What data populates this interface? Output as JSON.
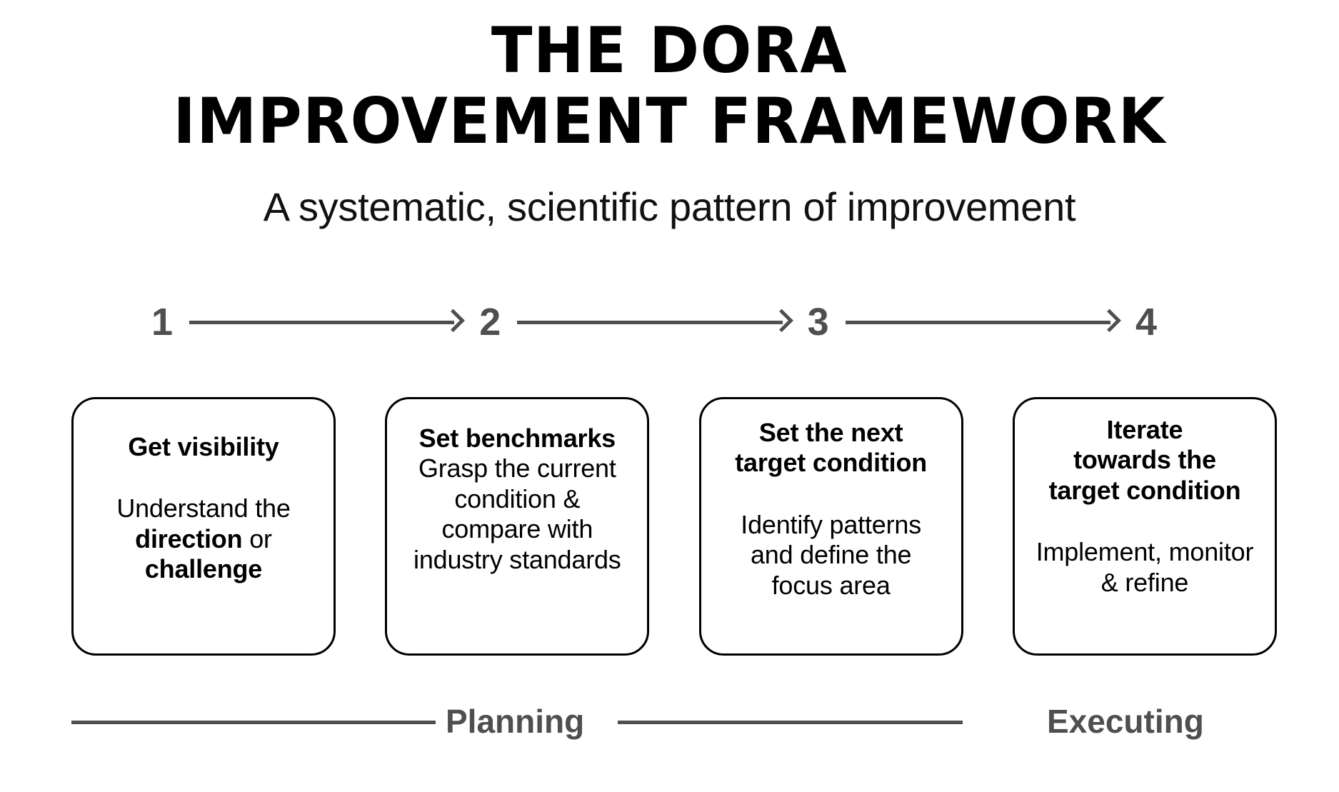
{
  "header": {
    "title_line1": "THE DORA",
    "title_line2": "IMPROVEMENT FRAMEWORK",
    "subtitle": "A systematic, scientific pattern of improvement"
  },
  "steps": [
    {
      "number": "1"
    },
    {
      "number": "2"
    },
    {
      "number": "3"
    },
    {
      "number": "4"
    }
  ],
  "cards": [
    {
      "heading": "Get visibility",
      "body_pre": "Understand the ",
      "body_bold1": "direction",
      "body_mid": " or ",
      "body_bold2": "challenge",
      "body_post": ""
    },
    {
      "heading": "Set benchmarks",
      "body": "Grasp the current condition & compare with industry standards"
    },
    {
      "heading_line1": "Set the next",
      "heading_line2": "target condition",
      "body": "Identify patterns and define the focus area"
    },
    {
      "heading_line1": "Iterate",
      "heading_line2": "towards the",
      "heading_line3": "target condition",
      "body": "Implement, monitor & refine"
    }
  ],
  "phases": {
    "planning_label": "Planning",
    "executing_label": "Executing"
  },
  "colors": {
    "background": "#ffffff",
    "text": "#000000",
    "accent_gray": "#4f4f4f",
    "card_border": "#000000"
  }
}
